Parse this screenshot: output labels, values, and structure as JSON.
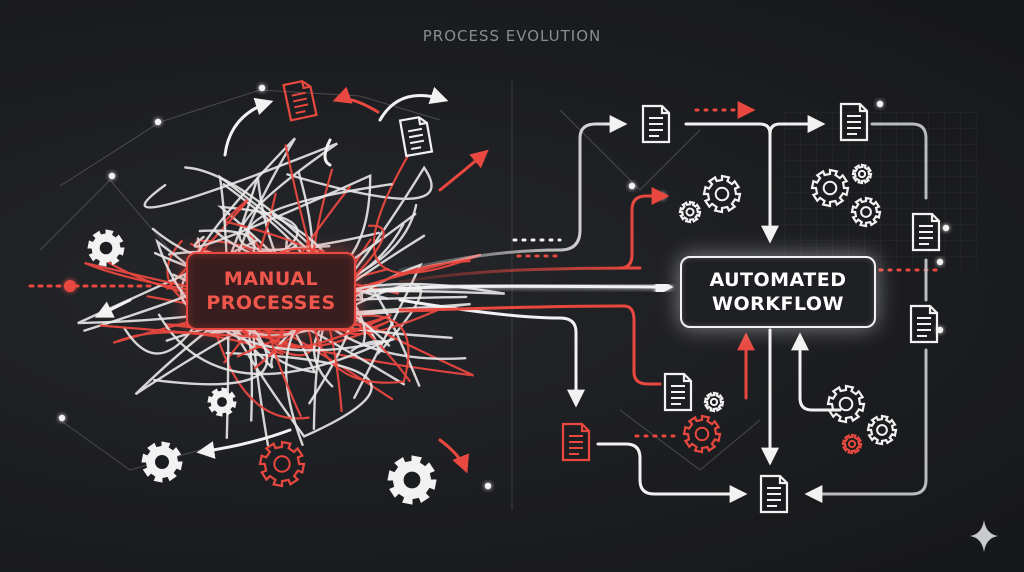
{
  "title": "PROCESS EVOLUTION",
  "manual": {
    "line1": "MANUAL",
    "line2": "PROCESSES"
  },
  "automated": {
    "line1": "AUTOMATED",
    "line2": "WORKFLOW"
  },
  "colors": {
    "background": "#1c1d20",
    "accent_red": "#e8483f",
    "white": "#f2f2f2",
    "muted": "#8a8c91"
  },
  "icons": [
    "document-icon",
    "gear-icon",
    "sparkle-icon"
  ]
}
